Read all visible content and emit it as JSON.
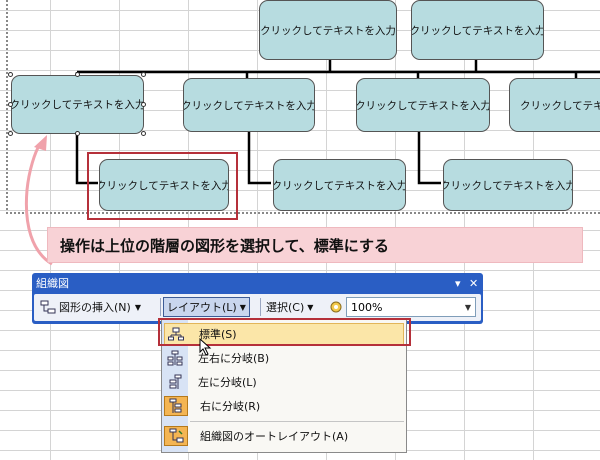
{
  "diagram": {
    "box_text": "クリックしてテキストを入力",
    "box_text_clipped": "クリックしてテキストを入"
  },
  "callout": {
    "text": "操作は上位の階層の図形を選択して、標準にする"
  },
  "toolbar": {
    "title": "組織図",
    "insert_shape": "図形の挿入(N)",
    "layout": "レイアウト(L)",
    "select": "選択(C)",
    "zoom": "100%"
  },
  "menu": {
    "items": [
      {
        "label": "標準(S)",
        "icon": "layout-standard-icon"
      },
      {
        "label": "左右に分岐(B)",
        "icon": "layout-both-icon"
      },
      {
        "label": "左に分岐(L)",
        "icon": "layout-left-icon"
      },
      {
        "label": "右に分岐(R)",
        "icon": "layout-right-icon"
      },
      {
        "label": "組織図のオートレイアウト(A)",
        "icon": "autolayout-icon"
      }
    ]
  },
  "colors": {
    "box_fill": "#b7dce0",
    "highlight": "#b5303a",
    "callout_bg": "#f8d2d6",
    "toolbar_blue": "#2a5ec4"
  }
}
